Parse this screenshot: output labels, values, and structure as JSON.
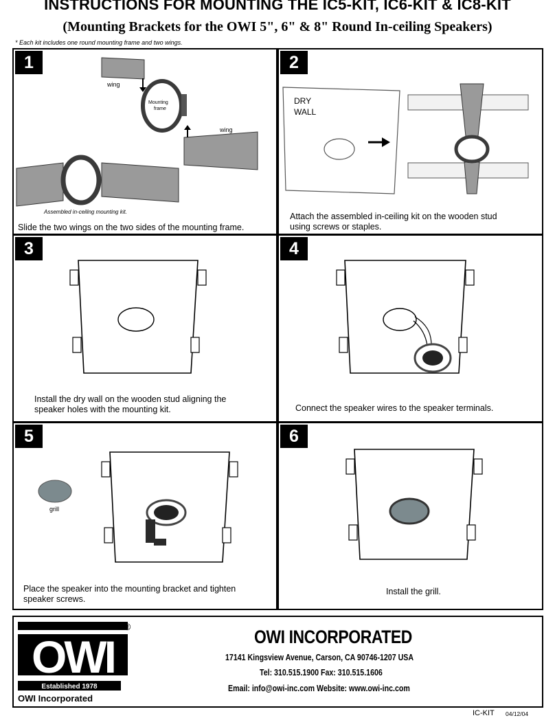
{
  "header": {
    "title": "INSTRUCTIONS FOR MOUNTING THE IC5-KIT, IC6-KIT & IC8-KIT",
    "subtitle": "(Mounting Brackets for the OWI 5\", 6\" & 8\" Round In-ceiling Speakers)",
    "note": "* Each kit includes one round mounting frame and two wings."
  },
  "steps": [
    {
      "number": "1",
      "caption": "Slide the two wings on the two sides of the mounting frame.",
      "labels": {
        "wing_top": "wing",
        "frame_1": "Mounting",
        "frame_2": "frame",
        "wing_right": "wing",
        "assembled": "Assembled in-ceiling mounting kit."
      }
    },
    {
      "number": "2",
      "caption_1": "Attach the assembled in-ceiling kit on the wooden stud",
      "caption_2": "using screws or staples.",
      "labels": {
        "dry": "DRY",
        "wall": "WALL"
      }
    },
    {
      "number": "3",
      "caption_1": "Install the dry wall on the wooden stud aligning the",
      "caption_2": "speaker holes with the mounting kit."
    },
    {
      "number": "4",
      "caption": "Connect the speaker wires to the speaker terminals."
    },
    {
      "number": "5",
      "caption_1": "Place the speaker into the mounting bracket and tighten",
      "caption_2": "speaker screws.",
      "labels": {
        "grill": "grill"
      }
    },
    {
      "number": "6",
      "caption": "Install the grill."
    }
  ],
  "footer": {
    "logo_text": "OWI",
    "established": "Established 1978",
    "logo_caption": "OWI Incorporated",
    "registered": "®",
    "company": "OWI INCORPORATED",
    "address": "17141 Kingsview Avenue, Carson, CA 90746-1207 USA",
    "phone": "Tel: 310.515.1900 Fax: 310.515.1606",
    "contact": "Email: info@owi-inc.com  Website: www.owi-inc.com",
    "doc_id": "IC-KIT",
    "doc_date": "04/12/04"
  },
  "colors": {
    "wing_fill": "#9a9a9a",
    "frame_ring": "#3a3a3a",
    "speaker_fill": "#ffffff",
    "grill_fill": "#7c8a8e"
  }
}
